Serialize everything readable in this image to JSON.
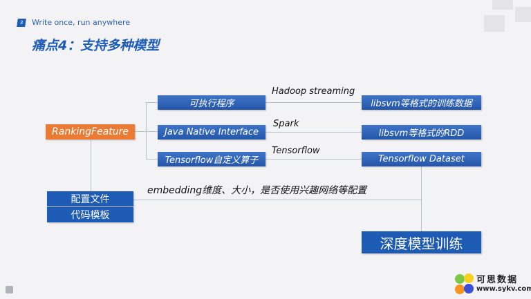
{
  "header": {
    "slide_number": "3",
    "subtitle": "Write once, run anywhere",
    "title": "痛点4：支持多种模型"
  },
  "diagram": {
    "source": "RankingFeature",
    "methods": [
      "可执行程序",
      "Java Native Interface",
      "Tensorflow自定义算子"
    ],
    "frameworks": [
      "Hadoop streaming",
      "Spark",
      "Tensorflow"
    ],
    "outputs": [
      "libsvm等格式的训练数据",
      "libsvm等格式的RDD",
      "Tensorflow Dataset"
    ],
    "config": [
      "配置文件",
      "代码模板"
    ],
    "config_label": "embedding维度、大小，是否使用兴趣网络等配置",
    "target": "深度模型训练"
  },
  "watermark": {
    "name": "可思数据",
    "url": "www.sykv.com"
  }
}
